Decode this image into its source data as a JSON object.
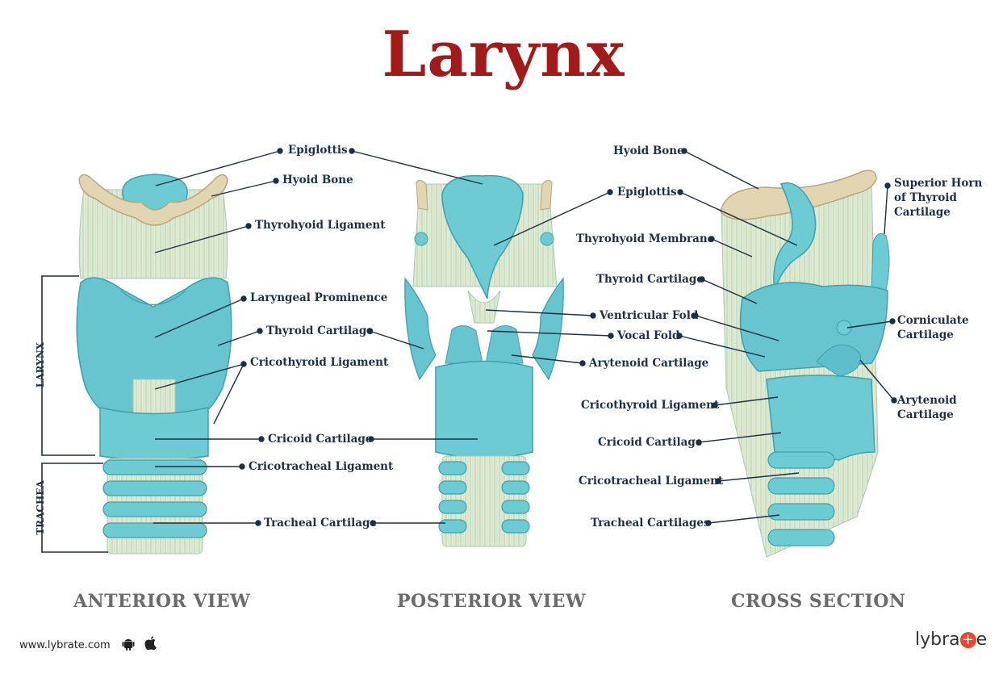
{
  "title": "Larynx",
  "views": {
    "anterior": "ANTERIOR VIEW",
    "posterior": "POSTERIOR VIEW",
    "cross": "CROSS SECTION"
  },
  "side_labels": {
    "larynx": "LARYNX",
    "trachea": "TRACHEA"
  },
  "anterior_labels": {
    "epiglottis": "Epiglottis",
    "hyoid_bone": "Hyoid Bone",
    "thyrohyoid_ligament": "Thyrohyoid Ligament",
    "laryngeal_prominence": "Laryngeal Prominence",
    "thyroid_cartilage": "Thyroid Cartilage",
    "cricothyroid_ligament": "Cricothyroid Ligament",
    "cricoid_cartilage": "Cricoid Cartilage",
    "cricotracheal_ligament": "Cricotracheal Ligament",
    "tracheal_cartilage": "Tracheal Cartilage"
  },
  "posterior_labels": {
    "epiglottis": "Epiglottis",
    "ventricular_fold": "Ventricular Fold",
    "vocal_fold": "Vocal Fold",
    "arytenoid_cartilage": "Arytenoid Cartilage"
  },
  "cross_labels": {
    "hyoid_bone": "Hyoid Bone",
    "superior_horn": [
      "Superior Horn",
      "of Thyroid",
      "Cartilage"
    ],
    "thyrohyoid_membrane": "Thyrohyoid Membrane",
    "thyroid_cartilage": "Thyroid Cartilage",
    "corniculate_cartilage": [
      "Corniculate",
      "Cartilage"
    ],
    "arytenoid_cartilage": [
      "Arytenoid",
      "Cartilage"
    ],
    "cricothyroid_ligament": "Cricothyroid Ligament",
    "cricoid_cartilage": "Cricoid Cartilage",
    "cricotracheal_ligament": "Cricotracheal Ligament",
    "tracheal_cartilages": "Tracheal Cartilages"
  },
  "footer": {
    "url": "www.lybrate.com",
    "brand_left": "lybra",
    "brand_right": "e",
    "brand_plus": "+"
  },
  "colors": {
    "title": "#a31a1a",
    "cartilage": "#67c7d0",
    "cartilage_dark": "#3e9fae",
    "bone": "#e2d6b2",
    "ligament": "#dfe9c9",
    "label": "#1e2f45"
  }
}
